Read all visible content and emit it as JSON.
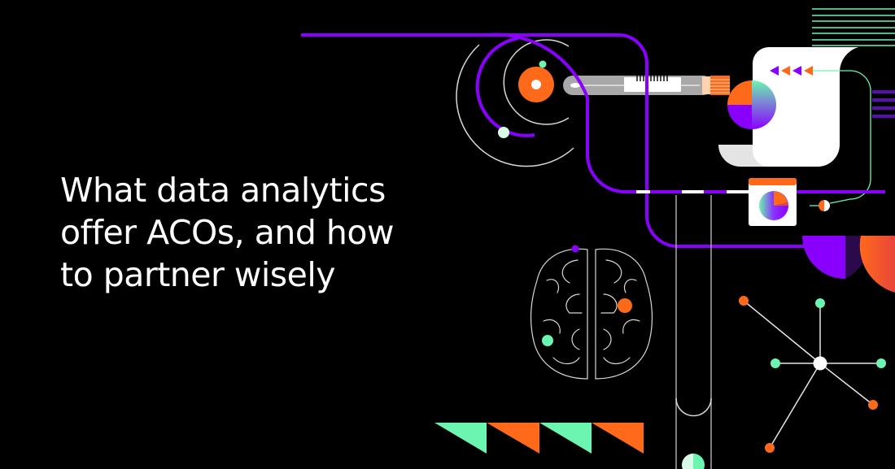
{
  "headline": {
    "lines": [
      "What data analytics",
      "offer ACOs, and how",
      "to partner wisely"
    ]
  },
  "colors": {
    "background": "#000000",
    "purple": "#8a00ff",
    "orange": "#ff6a1a",
    "mint": "#6bf5b0",
    "white": "#ffffff",
    "grey": "#a8a8a8",
    "dark_purple": "#2a0a4a"
  },
  "illustration": {
    "elements": [
      "orbit-rings-icon",
      "test-tube-icon",
      "document-pie-chart-icon",
      "arrow-markers-icon",
      "calendar-pie-icon",
      "half-circle-wedges-icon",
      "brain-icon",
      "network-graph-icon",
      "flag-triangles-icon",
      "vial-tube-icon"
    ]
  }
}
